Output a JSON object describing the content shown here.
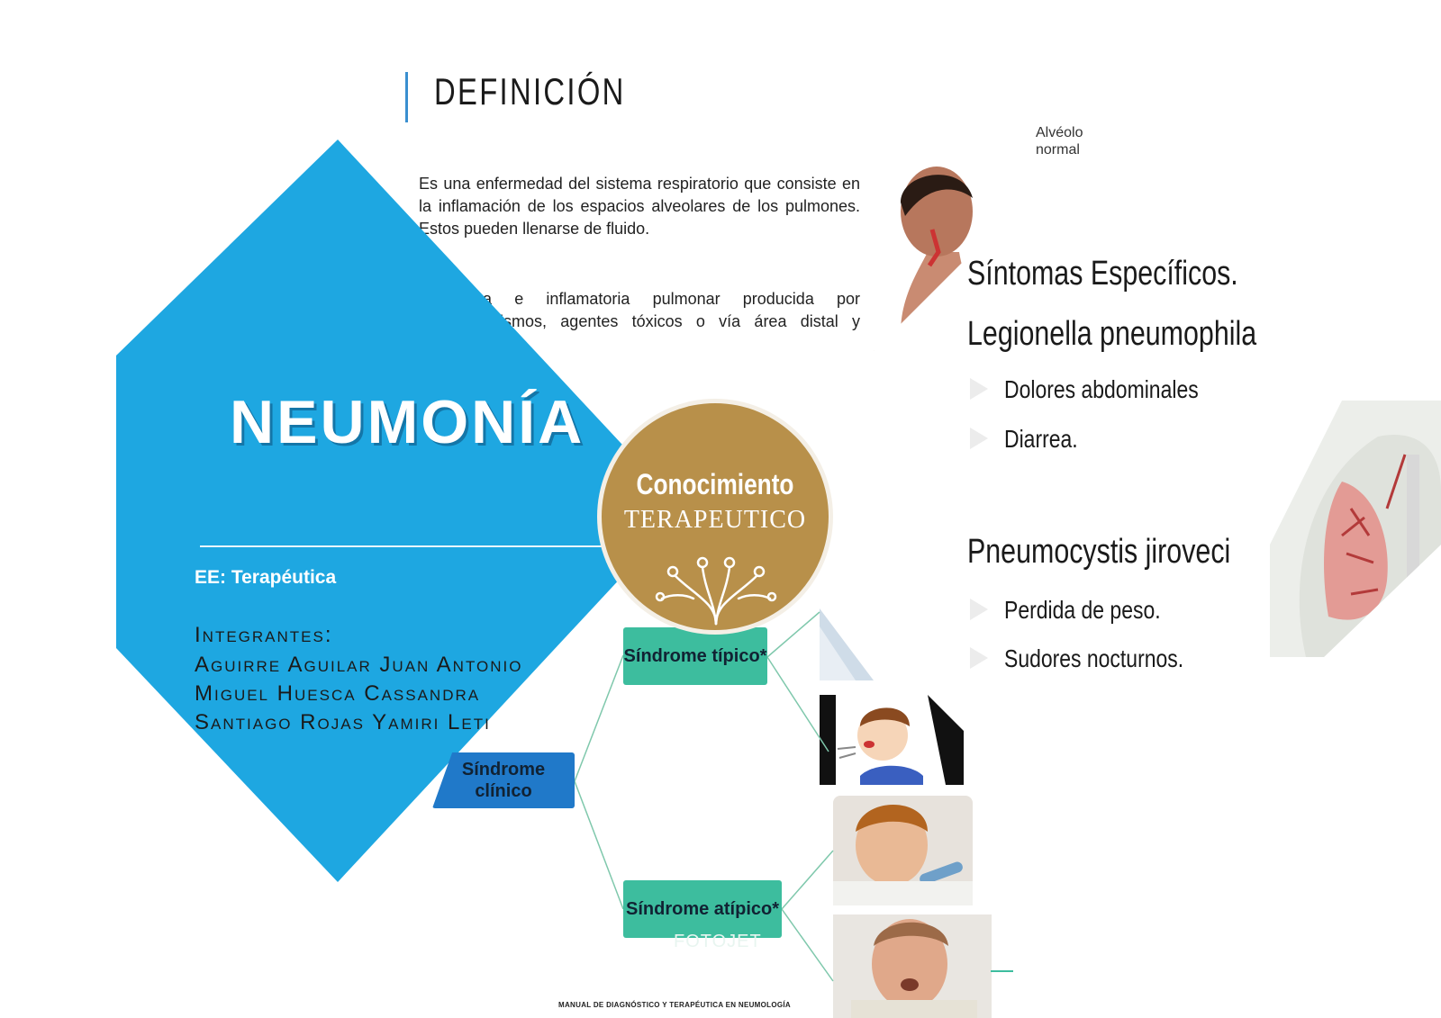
{
  "definicion": {
    "title": "DEFINICIÓN",
    "paragraph1": "Es una enfermedad del sistema respiratorio que consiste en la inflamación de los espacios alveolares de los pulmones. Estos pueden llenarse de fluido.",
    "paragraph2": "Infecciosa e inflamatoria pulmonar producida por microorganismos, agentes tóxicos o vía área distal y parénquima"
  },
  "cover": {
    "title": "NEUMONÍA",
    "course": "EE: Terapéutica",
    "members_label": "Integrantes:",
    "members": [
      "Aguirre Aguilar Juan Antonio",
      "Miguel Huesca Cassandra",
      "Santiago Rojas Yamiri Leti"
    ]
  },
  "badge": {
    "title": "Conocimiento",
    "subtitle": "TERAPEUTICO",
    "color": "#b8904a"
  },
  "diagram": {
    "root": "Síndrome clínico",
    "typical": "Síndrome típico*",
    "atypical": "Síndrome atípico*",
    "watermark": "FOTOJET"
  },
  "sintomas": {
    "alveolo_label": "Alvéolo normal",
    "heading": "Síntomas Específicos.",
    "legionella": {
      "name": "Legionella pneumophila",
      "items": [
        "Dolores abdominales",
        "Diarrea."
      ]
    },
    "pneumocystis": {
      "name": "Pneumocystis jiroveci",
      "items": [
        "Perdida de peso.",
        "Sudores nocturnos."
      ]
    }
  },
  "footer": "MANUAL DE DIAGNÓSTICO Y TERAPÉUTICA EN NEUMOLOGÍA",
  "colors": {
    "hexagon": "#1ea7e1",
    "diagram_green": "#3dbd9e",
    "diagram_blue": "#2079c9"
  }
}
